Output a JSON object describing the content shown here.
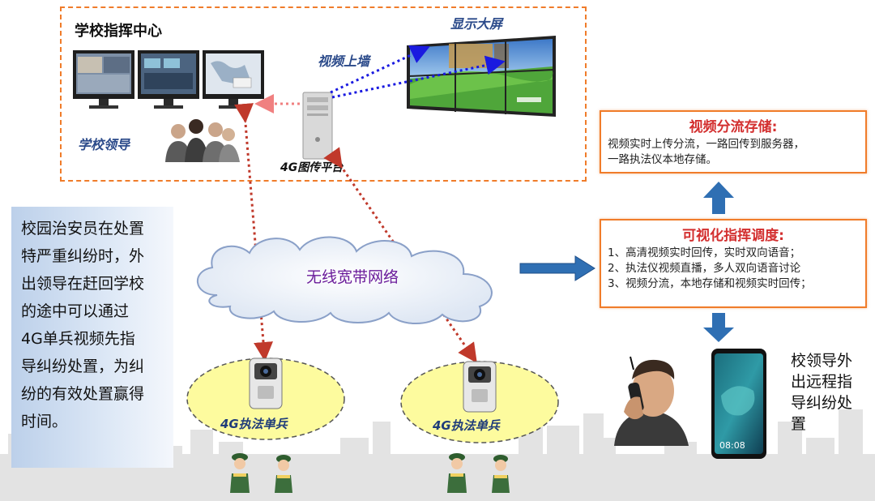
{
  "command_center": {
    "title": "学校指挥中心",
    "leader_label": "学校领导",
    "video_wall_label": "视频上墙",
    "big_screen_label": "显示大屏",
    "platform_label": "4G图传平台"
  },
  "network": {
    "label": "无线宽带网络"
  },
  "left_panel": {
    "lines": [
      "校园治安员在处置",
      "特严重纠纷时，外",
      "出领导在赶回学校",
      "的途中可以通过",
      "4G单兵视频先指",
      "导纠纷处置，为纠",
      "纷的有效处置赢得",
      "时间。"
    ]
  },
  "units": [
    {
      "label": "4G执法单兵"
    },
    {
      "label": "4G执法单兵"
    }
  ],
  "storage_box": {
    "title": "视频分流存储:",
    "lines": [
      "视频实时上传分流，一路回传到服务器，",
      "一路执法仪本地存储。"
    ]
  },
  "dispatch_box": {
    "title": "可视化指挥调度:",
    "lines": [
      "1、高清视频实时回传，实时双向语音；",
      "2、执法仪视频直播，多人双向语音讨论",
      "3、视频分流，本地存储和视频实时回传；"
    ]
  },
  "remote": {
    "lines": [
      "校领导外",
      "出远程指",
      "导纠纷处",
      "置"
    ],
    "phone_time": "08:08"
  },
  "colors": {
    "accent": "#f07c2a",
    "title_red": "#d32f2f",
    "arrow_blue": "#2f6fb3",
    "link_red": "#c0392b",
    "link_blue": "#1a1ae0"
  }
}
